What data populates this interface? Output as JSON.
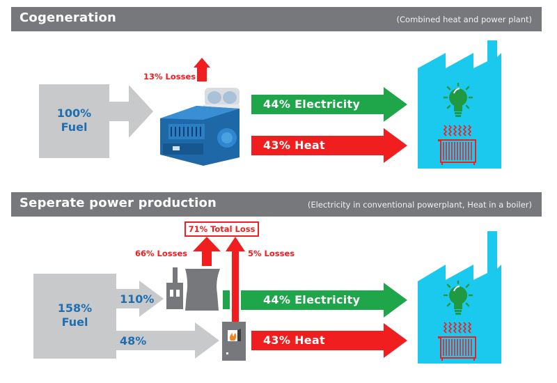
{
  "colors": {
    "header_bg": "#77787b",
    "fuel_gray": "#c8c9cb",
    "fuel_text_blue": "#1f6fb0",
    "electricity_green": "#1fa64a",
    "heat_red": "#f01e1e",
    "factory_cyan": "#1bc8ee",
    "plant_gray": "#77787b"
  },
  "cogeneration": {
    "title": "Cogeneration",
    "subtitle": "(Combined heat and power plant)",
    "fuel": {
      "percent": "100%",
      "label": "Fuel"
    },
    "losses_label": "13% Losses",
    "engine_icon": "chp-engine-icon",
    "electricity_label": "44% Electricity",
    "heat_label": "43% Heat",
    "factory_icon": "factory-icon",
    "bulb_icon": "light-bulb-icon",
    "radiator_icon": "radiator-icon"
  },
  "separate": {
    "title": "Seperate power production",
    "subtitle": "(Electricity in conventional powerplant, Heat in a boiler)",
    "fuel": {
      "percent": "158%",
      "label": "Fuel"
    },
    "to_powerplant_label": "110%",
    "to_boiler_label": "48%",
    "total_loss_label": "71% Total Loss",
    "powerplant_losses_label": "66% Losses",
    "boiler_losses_label": "5% Losses",
    "powerplant_icon": "power-plant-icon",
    "boiler_icon": "boiler-icon",
    "electricity_label": "44% Electricity",
    "heat_label": "43% Heat",
    "factory_icon": "factory-icon",
    "bulb_icon": "light-bulb-icon",
    "radiator_icon": "radiator-icon"
  }
}
